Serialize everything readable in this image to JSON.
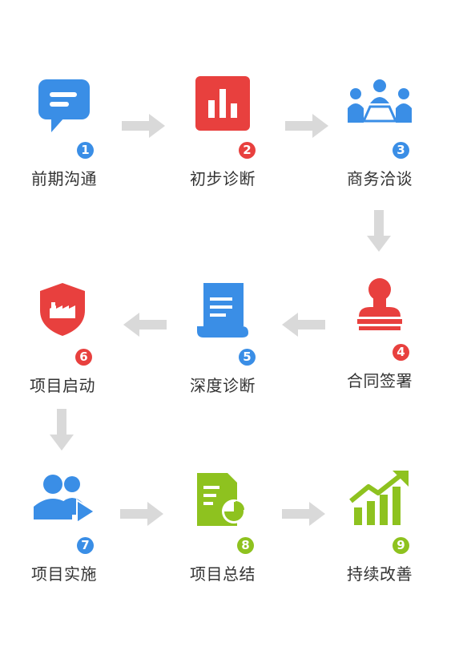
{
  "colors": {
    "blue": "#3a8ee6",
    "red": "#e8403e",
    "green": "#8ec21f",
    "arrow": "#d9d9d9"
  },
  "steps": [
    {
      "num": "1",
      "label": "前期沟通",
      "icon": "chat-bubble-icon",
      "color": "#3a8ee6"
    },
    {
      "num": "2",
      "label": "初步诊断",
      "icon": "bar-chart-icon",
      "color": "#e8403e"
    },
    {
      "num": "3",
      "label": "商务洽谈",
      "icon": "meeting-icon",
      "color": "#3a8ee6"
    },
    {
      "num": "4",
      "label": "合同签署",
      "icon": "stamp-icon",
      "color": "#e8403e"
    },
    {
      "num": "5",
      "label": "深度诊断",
      "icon": "document-scroll-icon",
      "color": "#3a8ee6"
    },
    {
      "num": "6",
      "label": "项目启动",
      "icon": "factory-shield-icon",
      "color": "#e8403e"
    },
    {
      "num": "7",
      "label": "项目实施",
      "icon": "team-play-icon",
      "color": "#3a8ee6"
    },
    {
      "num": "8",
      "label": "项目总结",
      "icon": "report-pie-icon",
      "color": "#8ec21f"
    },
    {
      "num": "9",
      "label": "持续改善",
      "icon": "growth-chart-icon",
      "color": "#8ec21f"
    }
  ]
}
